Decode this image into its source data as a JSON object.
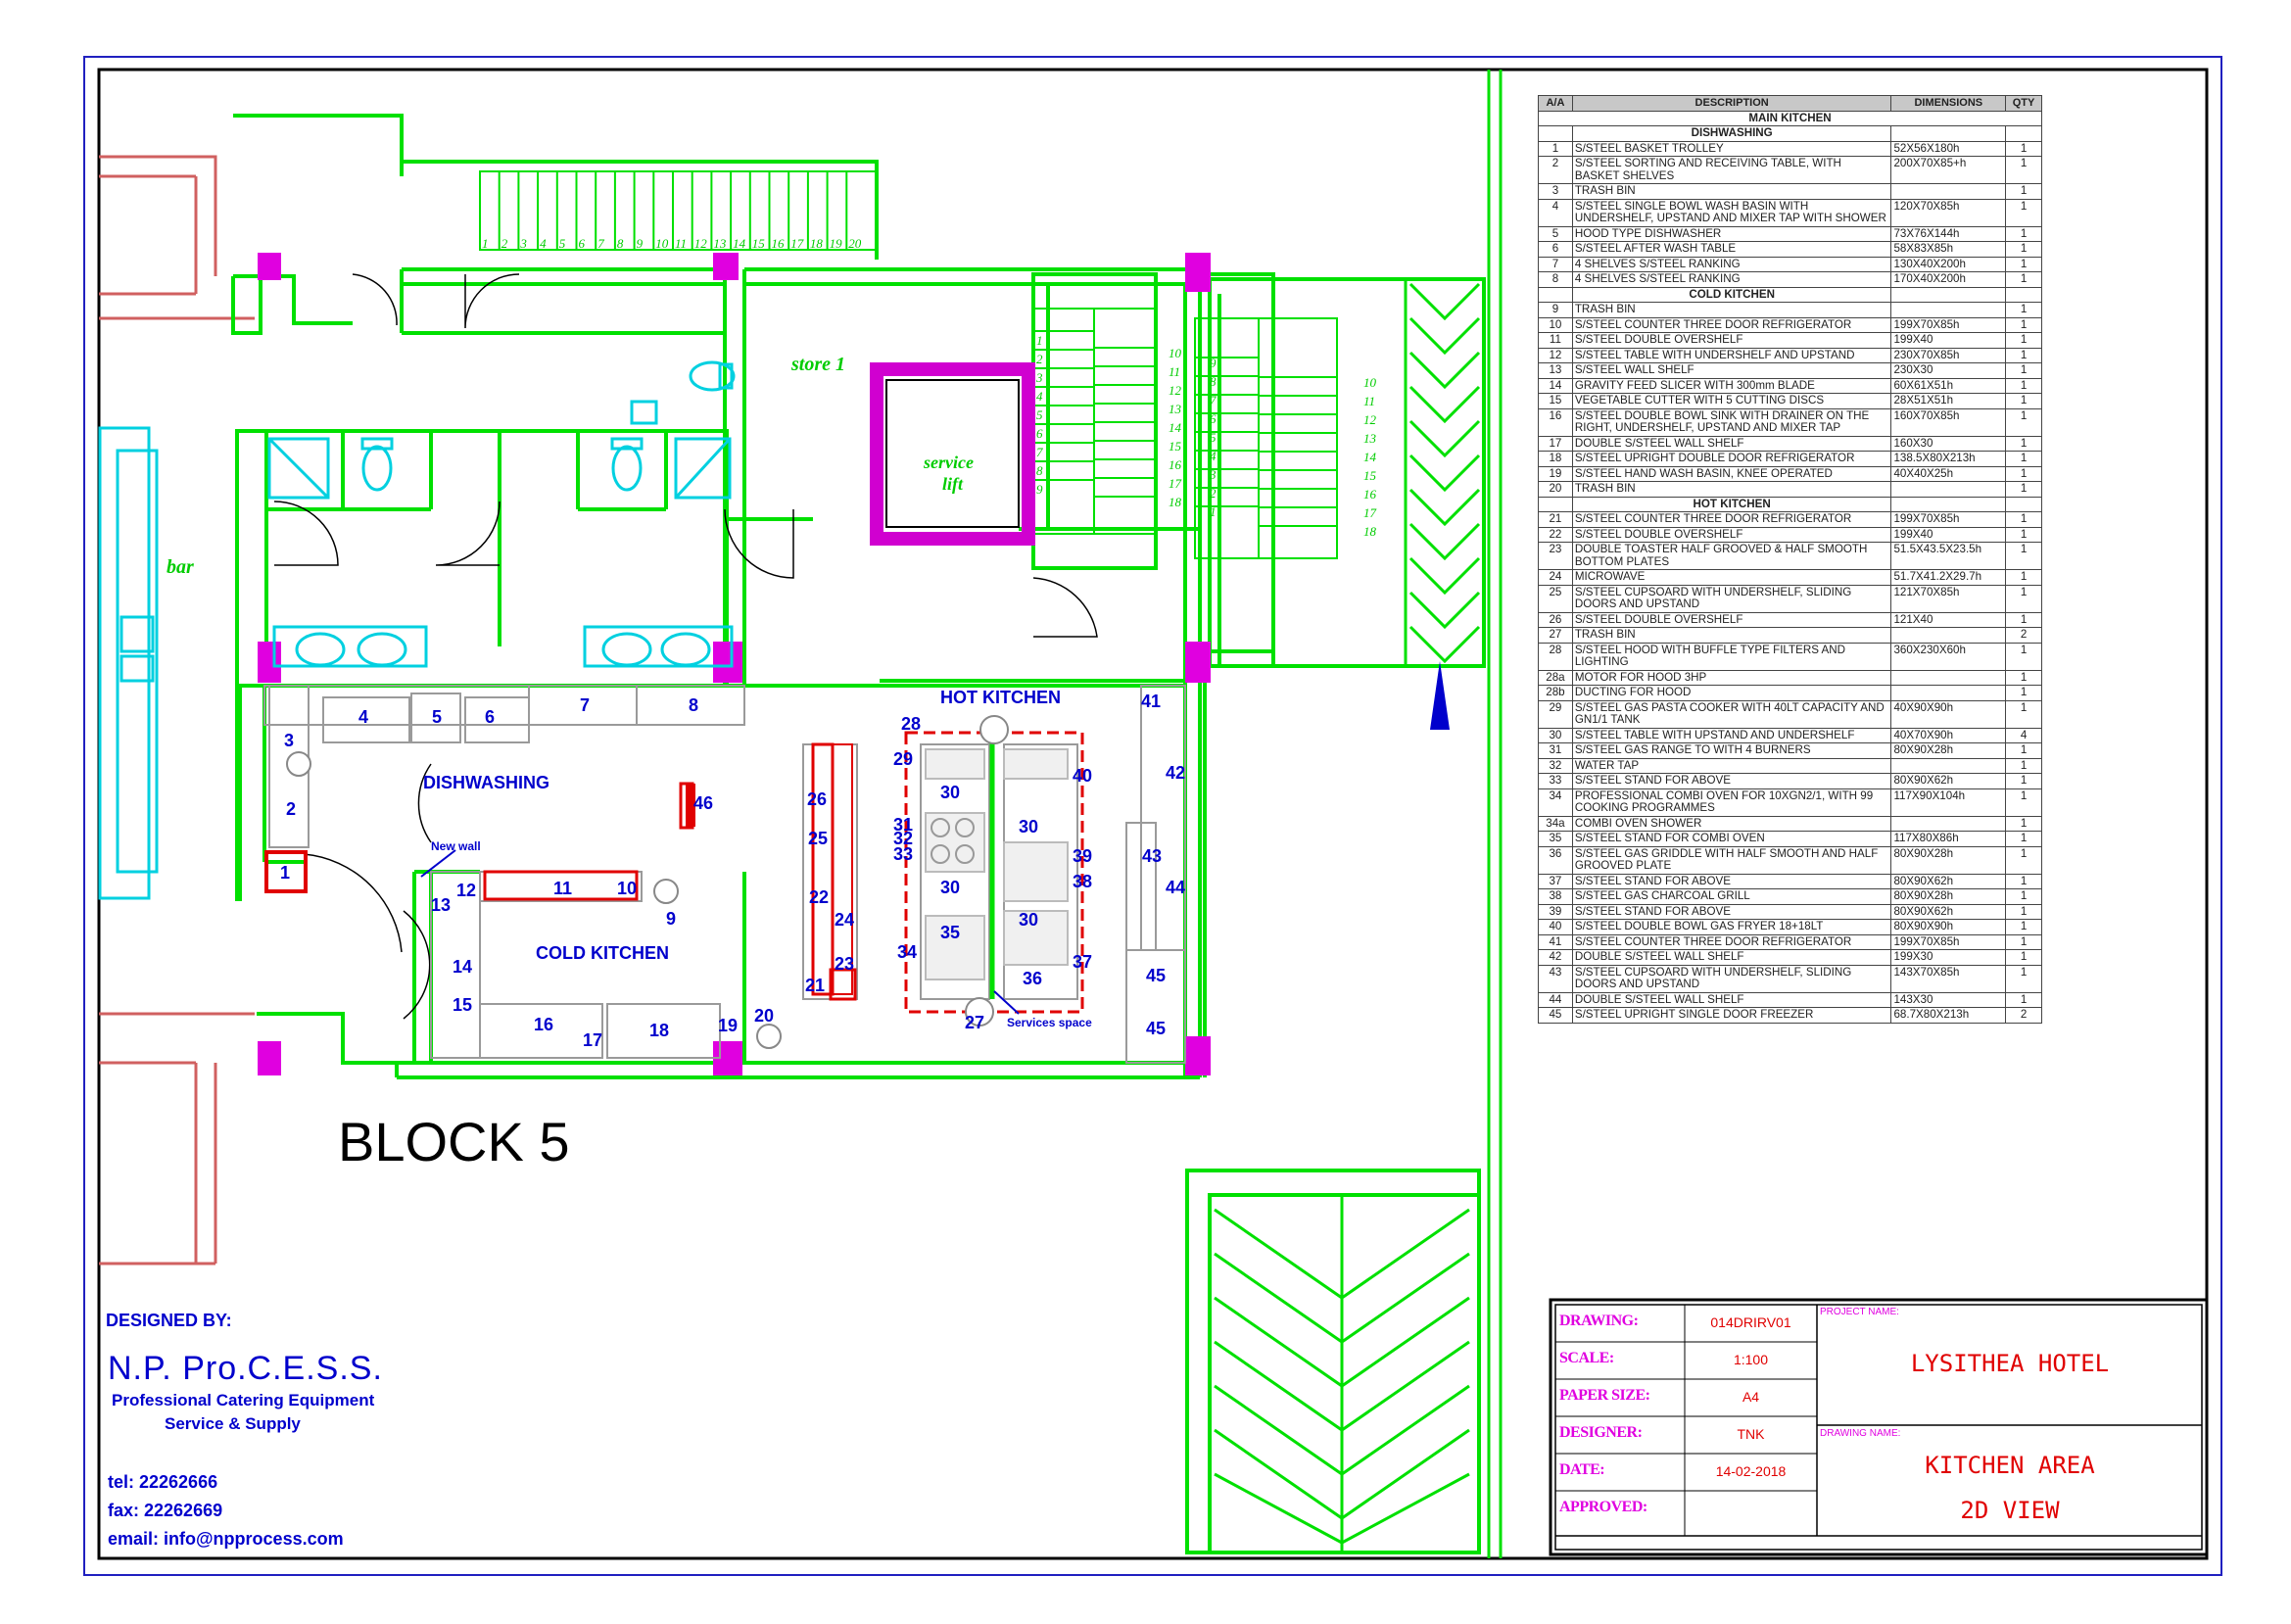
{
  "plan": {
    "block_title": "BLOCK 5",
    "rooms": {
      "dishwashing": "DISHWASHING",
      "cold_kitchen": "COLD KITCHEN",
      "hot_kitchen": "HOT KITCHEN",
      "store": "store 1",
      "service_lift_1": "service",
      "service_lift_2": "lift",
      "bar": "bar"
    },
    "notes": {
      "new_wall": "New wall",
      "services_space": "Services space"
    },
    "stair_left_numbers": [
      "1",
      "2",
      "3",
      "4",
      "5",
      "6",
      "7",
      "8",
      "9",
      "10",
      "11",
      "12",
      "13",
      "14",
      "15",
      "16",
      "17",
      "18",
      "19",
      "20"
    ],
    "stair_mid_left": [
      "1",
      "2",
      "3",
      "4",
      "5",
      "6",
      "7",
      "8",
      "9"
    ],
    "stair_mid_right": [
      "10",
      "11",
      "12",
      "13",
      "14",
      "15",
      "16",
      "17",
      "18"
    ],
    "stair_right_left": [
      "9",
      "8",
      "7",
      "6",
      "5",
      "4",
      "3",
      "2",
      "1"
    ],
    "stair_right_right": [
      "10",
      "11",
      "12",
      "13",
      "14",
      "15",
      "16",
      "17",
      "18"
    ],
    "equipment_labels": [
      "1",
      "2",
      "3",
      "4",
      "5",
      "6",
      "7",
      "8",
      "9",
      "10",
      "11",
      "12",
      "13",
      "14",
      "15",
      "16",
      "17",
      "18",
      "19",
      "20",
      "21",
      "22",
      "23",
      "24",
      "25",
      "26",
      "27",
      "28",
      "29",
      "30",
      "31",
      "32",
      "33",
      "34",
      "35",
      "36",
      "37",
      "38",
      "39",
      "40",
      "41",
      "42",
      "43",
      "44",
      "45",
      "46"
    ]
  },
  "designer": {
    "heading": "DESIGNED BY:",
    "company": "N.P. Pro.C.E.S.S.",
    "tagline_1": "Professional Catering Equipment",
    "tagline_2": "Service & Supply",
    "tel": "tel: 22262666",
    "fax": "fax: 22262669",
    "email": "email: info@npprocess.com"
  },
  "equipment_table": {
    "headers": [
      "A/A",
      "DESCRIPTION",
      "DIMENSIONS",
      "QTY"
    ],
    "main_title": "MAIN KITCHEN",
    "sections": [
      {
        "title": "DISHWASHING",
        "rows": [
          [
            "1",
            "S/STEEL BASKET TROLLEY",
            "52X56X180h",
            "1"
          ],
          [
            "2",
            "S/STEEL SORTING AND RECEIVING TABLE, WITH BASKET SHELVES",
            "200X70X85+h",
            "1"
          ],
          [
            "3",
            "TRASH BIN",
            "",
            "1"
          ],
          [
            "4",
            "S/STEEL SINGLE BOWL WASH BASIN WITH UNDERSHELF, UPSTAND AND MIXER TAP WITH SHOWER",
            "120X70X85h",
            "1"
          ],
          [
            "5",
            "HOOD TYPE DISHWASHER",
            "73X76X144h",
            "1"
          ],
          [
            "6",
            "S/STEEL AFTER WASH TABLE",
            "58X83X85h",
            "1"
          ],
          [
            "7",
            "4 SHELVES S/STEEL RANKING",
            "130X40X200h",
            "1"
          ],
          [
            "8",
            "4 SHELVES S/STEEL RANKING",
            "170X40X200h",
            "1"
          ]
        ]
      },
      {
        "title": "COLD KITCHEN",
        "rows": [
          [
            "9",
            "TRASH BIN",
            "",
            "1"
          ],
          [
            "10",
            "S/STEEL COUNTER THREE DOOR REFRIGERATOR",
            "199X70X85h",
            "1"
          ],
          [
            "11",
            "S/STEEL DOUBLE OVERSHELF",
            "199X40",
            "1"
          ],
          [
            "12",
            "S/STEEL TABLE WITH UNDERSHELF AND UPSTAND",
            "230X70X85h",
            "1"
          ],
          [
            "13",
            "S/STEEL WALL SHELF",
            "230X30",
            "1"
          ],
          [
            "14",
            "GRAVITY FEED SLICER WITH 300mm BLADE",
            "60X61X51h",
            "1"
          ],
          [
            "15",
            "VEGETABLE CUTTER WITH 5 CUTTING DISCS",
            "28X51X51h",
            "1"
          ],
          [
            "16",
            "S/STEEL DOUBLE BOWL SINK WITH DRAINER ON THE RIGHT, UNDERSHELF, UPSTAND AND MIXER TAP",
            "160X70X85h",
            "1"
          ],
          [
            "17",
            "DOUBLE S/STEEL WALL SHELF",
            "160X30",
            "1"
          ],
          [
            "18",
            "S/STEEL UPRIGHT DOUBLE DOOR REFRIGERATOR",
            "138.5X80X213h",
            "1"
          ],
          [
            "19",
            "S/STEEL HAND WASH BASIN, KNEE OPERATED",
            "40X40X25h",
            "1"
          ],
          [
            "20",
            "TRASH BIN",
            "",
            "1"
          ]
        ]
      },
      {
        "title": "HOT KITCHEN",
        "rows": [
          [
            "21",
            "S/STEEL COUNTER THREE DOOR REFRIGERATOR",
            "199X70X85h",
            "1"
          ],
          [
            "22",
            "S/STEEL DOUBLE OVERSHELF",
            "199X40",
            "1"
          ],
          [
            "23",
            "DOUBLE TOASTER HALF GROOVED & HALF SMOOTH BOTTOM PLATES",
            "51.5X43.5X23.5h",
            "1"
          ],
          [
            "24",
            "MICROWAVE",
            "51.7X41.2X29.7h",
            "1"
          ],
          [
            "25",
            "S/STEEL CUPSOARD WITH UNDERSHELF, SLIDING DOORS AND UPSTAND",
            "121X70X85h",
            "1"
          ],
          [
            "26",
            "S/STEEL DOUBLE OVERSHELF",
            "121X40",
            "1"
          ],
          [
            "27",
            "TRASH BIN",
            "",
            "2"
          ],
          [
            "28",
            "S/STEEL HOOD WITH BUFFLE TYPE FILTERS AND LIGHTING",
            "360X230X60h",
            "1"
          ],
          [
            "28a",
            "MOTOR FOR HOOD 3HP",
            "",
            "1"
          ],
          [
            "28b",
            "DUCTING FOR HOOD",
            "",
            "1"
          ],
          [
            "29",
            "S/STEEL GAS PASTA COOKER WITH 40LT CAPACITY AND GN1/1 TANK",
            "40X90X90h",
            "1"
          ],
          [
            "30",
            "S/STEEL TABLE WITH UPSTAND AND UNDERSHELF",
            "40X70X90h",
            "4"
          ],
          [
            "31",
            "S/STEEL GAS RANGE TO WITH 4 BURNERS",
            "80X90X28h",
            "1"
          ],
          [
            "32",
            "WATER TAP",
            "",
            "1"
          ],
          [
            "33",
            "S/STEEL STAND FOR ABOVE",
            "80X90X62h",
            "1"
          ],
          [
            "34",
            "PROFESSIONAL COMBI OVEN FOR 10XGN2/1, WITH 99 COOKING PROGRAMMES",
            "117X90X104h",
            "1"
          ],
          [
            "34a",
            "COMBI OVEN SHOWER",
            "",
            "1"
          ],
          [
            "35",
            "S/STEEL STAND FOR COMBI OVEN",
            "117X80X86h",
            "1"
          ],
          [
            "36",
            "S/STEEL GAS GRIDDLE WITH HALF SMOOTH AND HALF GROOVED PLATE",
            "80X90X28h",
            "1"
          ],
          [
            "37",
            "S/STEEL STAND FOR ABOVE",
            "80X90X62h",
            "1"
          ],
          [
            "38",
            "S/STEEL GAS CHARCOAL GRILL",
            "80X90X28h",
            "1"
          ],
          [
            "39",
            "S/STEEL STAND FOR ABOVE",
            "80X90X62h",
            "1"
          ],
          [
            "40",
            "S/STEEL DOUBLE BOWL GAS FRYER 18+18LT",
            "80X90X90h",
            "1"
          ],
          [
            "41",
            "S/STEEL COUNTER THREE DOOR REFRIGERATOR",
            "199X70X85h",
            "1"
          ],
          [
            "42",
            "DOUBLE S/STEEL WALL SHELF",
            "199X30",
            "1"
          ],
          [
            "43",
            "S/STEEL CUPSOARD WITH UNDERSHELF, SLIDING DOORS AND UPSTAND",
            "143X70X85h",
            "1"
          ],
          [
            "44",
            "DOUBLE S/STEEL WALL SHELF",
            "143X30",
            "1"
          ],
          [
            "45",
            "S/STEEL UPRIGHT SINGLE DOOR FREEZER",
            "68.7X80X213h",
            "2"
          ]
        ]
      }
    ]
  },
  "title_block": {
    "drawing_label": "DRAWING:",
    "drawing_value": "014DRIRV01",
    "scale_label": "SCALE:",
    "scale_value": "1:100",
    "paper_label": "PAPER SIZE:",
    "paper_value": "A4",
    "designer_label": "DESIGNER:",
    "designer_value": "TNK",
    "date_label": "DATE:",
    "date_value": "14-02-2018",
    "approved_label": "APPROVED:",
    "project_name_caption": "PROJECT NAME:",
    "project_name": "LYSITHEA HOTEL",
    "drawing_name_caption": "DRAWING NAME:",
    "drawing_name_1": "KITCHEN AREA",
    "drawing_name_2": "2D VIEW"
  },
  "colors": {
    "wall_green": "#00e000",
    "column_magenta": "#e000e0",
    "frame_blue": "#2020c0",
    "equipment_grey": "#9a9a9a",
    "lift_magenta": "#d000d0",
    "hood_red": "#e00000",
    "cyan": "#00d0e0",
    "salmon": "#d06060"
  }
}
